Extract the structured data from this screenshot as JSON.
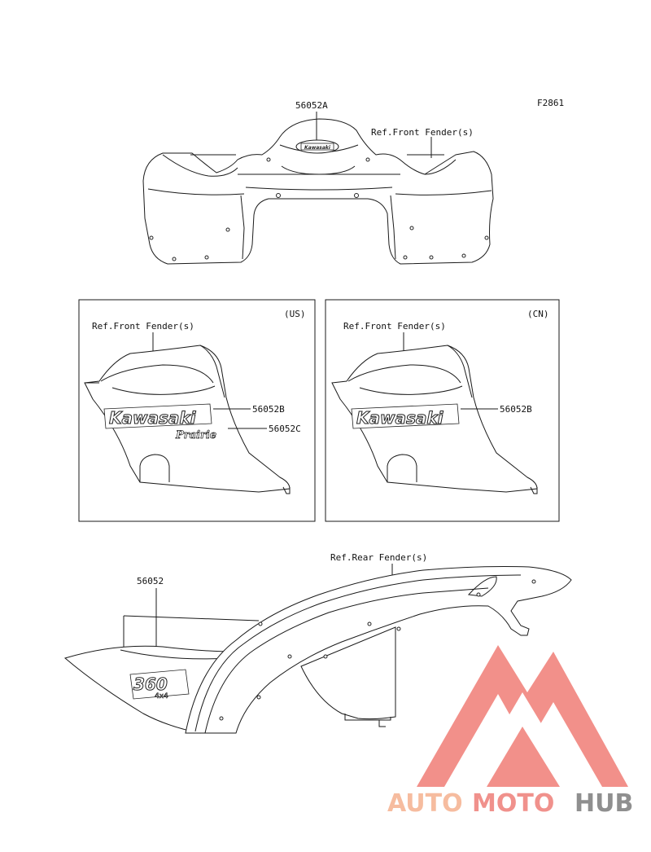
{
  "figure_code": "F2861",
  "top_section": {
    "part_label": "56052A",
    "ref_label": "Ref.Front Fender(s)",
    "emblem_text": "Kawasaki"
  },
  "panel_us": {
    "region": "(US)",
    "ref_label": "Ref.Front Fender(s)",
    "decal_b_label": "56052B",
    "decal_c_label": "56052C",
    "decal_b_text": "Kawasaki",
    "decal_c_text": "Prairie"
  },
  "panel_cn": {
    "region": "(CN)",
    "ref_label": "Ref.Front Fender(s)",
    "decal_b_label": "56052B",
    "decal_b_text": "Kawasaki"
  },
  "bottom_section": {
    "part_label": "56052",
    "ref_label": "Ref.Rear Fender(s)",
    "decal_number": "360",
    "decal_suffix": "4x4"
  },
  "watermark": {
    "part1": "AUTO",
    "part2": "MOTO",
    "part3": "HUB",
    "colors": {
      "auto": "#f6b99a",
      "moto": "#f08c86",
      "hub": "#8a8a8a",
      "triangle": "#f28b84"
    }
  }
}
